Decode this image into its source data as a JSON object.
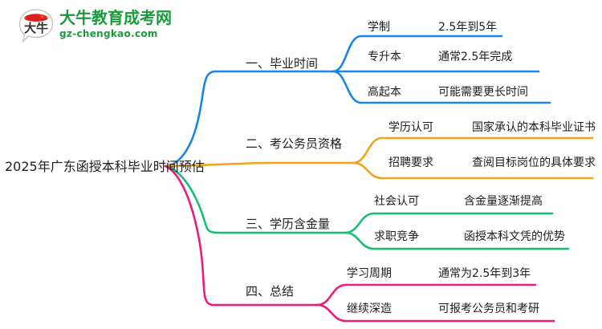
{
  "logo": {
    "badge_text": "大牛",
    "title": "大牛教育成考网",
    "subtitle": "gz-chengkao.com",
    "brand_green": "#1a9b3c",
    "brand_red": "#d9211d"
  },
  "mindmap": {
    "root": {
      "label": "2025年广东函授本科毕业时间预估"
    },
    "branches": [
      {
        "label": "一、毕业时间",
        "color": "#1a84e8",
        "children": [
          {
            "label": "学制",
            "detail": "2.5年到5年"
          },
          {
            "label": "专升本",
            "detail": "通常2.5年完成"
          },
          {
            "label": "高起本",
            "detail": "可能需要更长时间"
          }
        ]
      },
      {
        "label": "二、考公务员资格",
        "color": "#f0a418",
        "children": [
          {
            "label": "学历认可",
            "detail": "国家承认的本科毕业证书"
          },
          {
            "label": "招聘要求",
            "detail": "查阅目标岗位的具体要求"
          }
        ]
      },
      {
        "label": "三、学历含金量",
        "color": "#13c071",
        "children": [
          {
            "label": "社会认可",
            "detail": "含金量逐渐提高"
          },
          {
            "label": "求职竞争",
            "detail": "函授本科文凭的优势"
          }
        ]
      },
      {
        "label": "四、总结",
        "color": "#ec1c77",
        "children": [
          {
            "label": "学习周期",
            "detail": "通常为2.5年到3年"
          },
          {
            "label": "继续深造",
            "detail": "可报考公务员和考研"
          }
        ]
      }
    ]
  }
}
